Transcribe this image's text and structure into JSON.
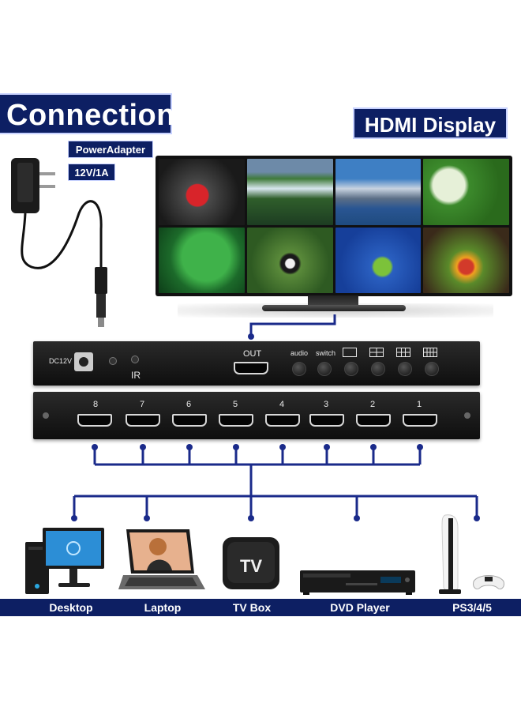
{
  "header": {
    "title": "Connection",
    "display_label": "HDMI Display"
  },
  "power": {
    "adapter_label": "PowerAdapter",
    "rating": "12V/1A"
  },
  "back_panel": {
    "dc_label": "DC12V",
    "ir_label": "IR",
    "out_label": "OUT",
    "audio_label": "audio",
    "switch_label": "switch"
  },
  "front_panel": {
    "ports": [
      "8",
      "7",
      "6",
      "5",
      "4",
      "3",
      "2",
      "1"
    ]
  },
  "devices": [
    {
      "label": "Desktop"
    },
    {
      "label": "Laptop"
    },
    {
      "label": "TV Box",
      "icon_text": "TV"
    },
    {
      "label": "DVD Player"
    },
    {
      "label": "PS3/4/5"
    }
  ],
  "colors": {
    "navy": "#0d1f63",
    "line": "#1a2a8a"
  }
}
